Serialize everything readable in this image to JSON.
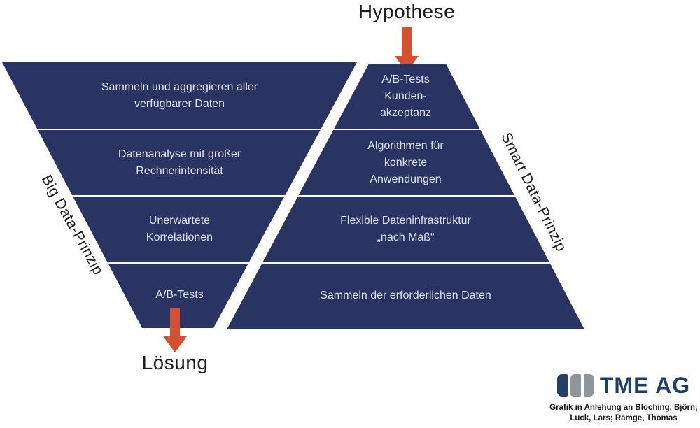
{
  "titles": {
    "hypothese": "Hypothese",
    "loesung": "Lösung"
  },
  "left_funnel": {
    "label": "Big Data-Prinzip",
    "rows": [
      [
        "Sammeln und aggregieren aller",
        "verfügbarer Daten"
      ],
      [
        "Datenanalyse mit großer",
        "Rechnerintensität"
      ],
      [
        "Unerwartete",
        "Korrelationen"
      ],
      [
        "A/B-Tests"
      ]
    ]
  },
  "right_pyramid": {
    "label": "Smart Data-Prinzip",
    "rows": [
      [
        "A/B-Tests",
        "Kunden-",
        "akzeptanz"
      ],
      [
        "Algorithmen für",
        "konkrete",
        "Anwendungen"
      ],
      [
        "Flexible Dateninfrastruktur",
        "„nach Maß“"
      ],
      [
        "Sammeln der erforderlichen Daten"
      ]
    ]
  },
  "footer": {
    "logo_text": "TME AG",
    "credit_line1": "Grafik in Anlehung an Bloching, Björn;",
    "credit_line2": "Luck, Lars; Ramge, Thomas"
  },
  "colors": {
    "shape_navy": "#2a3462",
    "arrow_red": "#d6502f",
    "row_text": "#dfe1ec",
    "divider_white": "#ffffff",
    "logo_navy": "#1f4066",
    "logo_gray": "#8e959b",
    "title_black": "#1c1c1c"
  }
}
